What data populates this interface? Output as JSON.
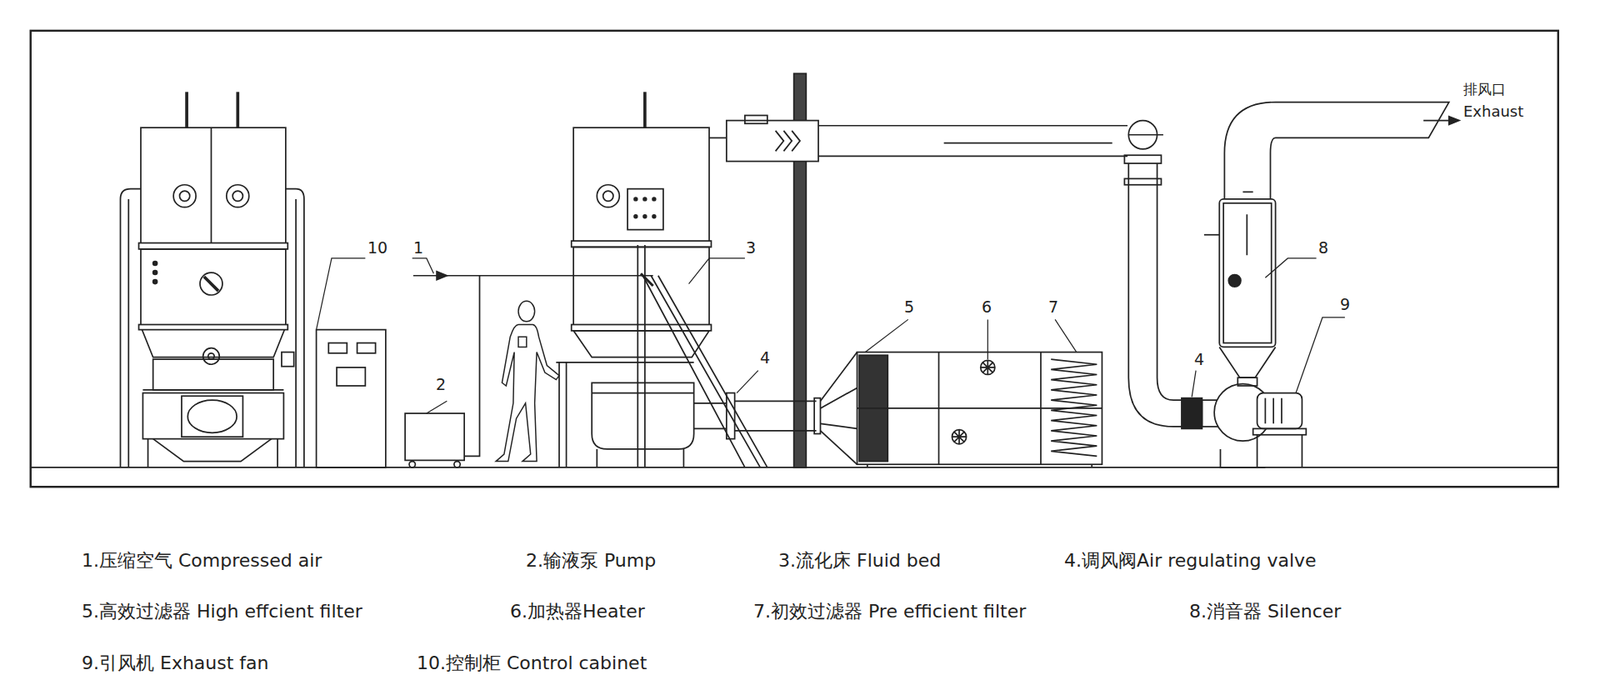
{
  "diagram": {
    "labels": [
      "排风口",
      "Exhaust",
      "10",
      "1",
      "3",
      "2",
      "4",
      "5",
      "6",
      "7",
      "8",
      "4",
      "9",
      "1.压缩空气 Compressed air",
      "2.输液泵 Pump",
      "3.流化床 Fluid bed",
      "4.调风阀Air regulating valve",
      "5.高效过滤器 High effcient filter",
      "6.加热器Heater",
      "7.初效过滤器 Pre efficient filter",
      "8.消音器 Silencer",
      "9.引风机 Exhaust fan",
      "10.控制柜 Control cabinet"
    ]
  }
}
